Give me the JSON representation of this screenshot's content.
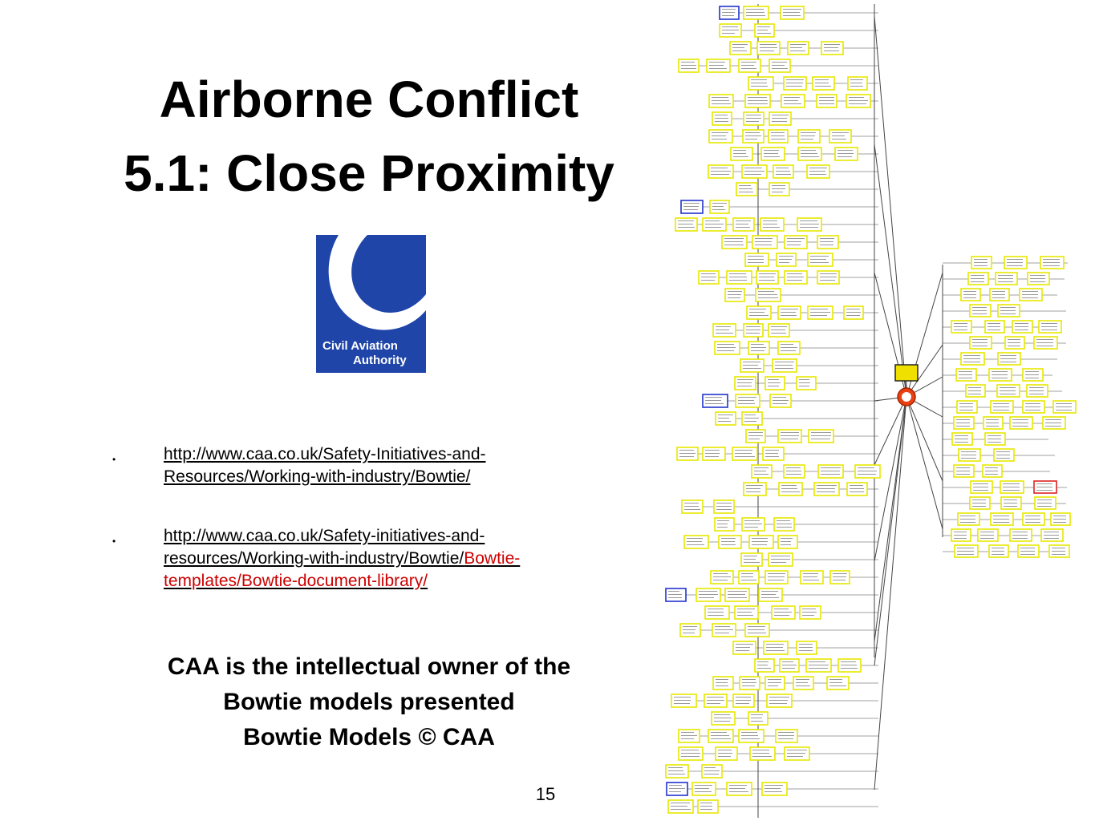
{
  "slide": {
    "title_line1": "Airborne Conflict",
    "title_line2": "5.1: Close Proximity",
    "page_number": "15"
  },
  "logo": {
    "line1": "Civil Aviation",
    "line2": "Authority",
    "brand_color": "#1f45a8"
  },
  "links": [
    {
      "line1": "http://www.caa.co.uk/Safety-Initiatives-and-",
      "line2": "Resources/Working-with-industry/Bowtie/"
    },
    {
      "line1": "http://www.caa.co.uk/Safety-initiatives-and-",
      "line2_black": "resources/Working-with-industry/Bowtie/",
      "line2_red": "Bowtie-",
      "line3_red": "templates/Bowtie-document-library/"
    }
  ],
  "ownership": {
    "line1": "CAA is the intellectual owner of the",
    "line2": "Bowtie models presented",
    "line3": "Bowtie Models © CAA"
  },
  "diagram": {
    "colors": {
      "node_fill": "#ffffff",
      "node_border": "#e8e800",
      "threat_border": "#2233cc",
      "consequence_border": "#dd2222",
      "connector": "#444444",
      "hazard": "#f0e000",
      "top_event": "#e84010"
    }
  }
}
